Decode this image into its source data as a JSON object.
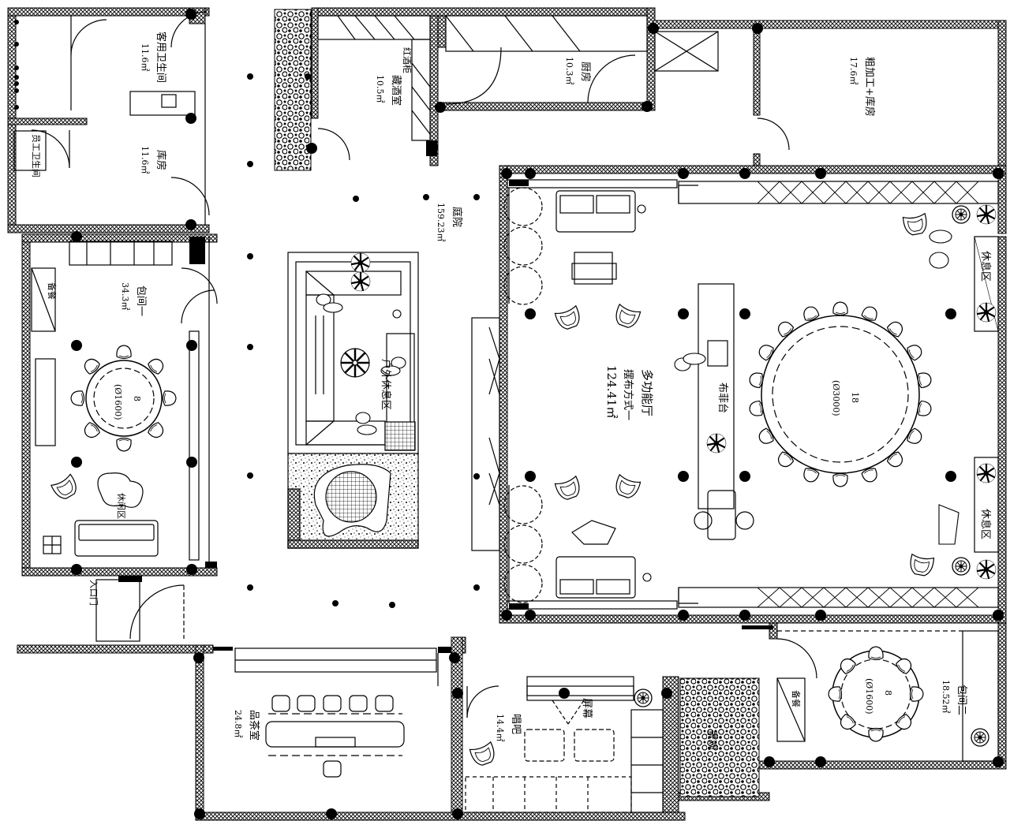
{
  "rooms": {
    "guest_wc": {
      "name": "客用卫生间",
      "area": "11.6㎡"
    },
    "storage": {
      "name": "库房",
      "area": "11.6㎡"
    },
    "staff_wc": {
      "name": "员工卫生间"
    },
    "wine_cellar": {
      "name": "藏酒室",
      "area": "10.5㎡"
    },
    "wine_cabinet": {
      "name": "红酒柜"
    },
    "kitchen": {
      "name": "厨房",
      "area": "10.3㎡"
    },
    "prep_storage": {
      "name": "粗加工+库房",
      "area": "17.6㎡"
    },
    "courtyard": {
      "name": "庭院",
      "area": "159.23㎡"
    },
    "private_room_1": {
      "name": "包间一",
      "area": "34.3㎡",
      "table_seats": "8",
      "table_size": "(Ø1600)"
    },
    "side_board_1": {
      "name": "备餐"
    },
    "lounge_1": {
      "name": "休闲区"
    },
    "outdoor_lounge": {
      "name": "户外休息区"
    },
    "function_hall": {
      "name": "多功能厅",
      "subtitle": "摆布方式一",
      "area": "124.41㎡",
      "table_seats": "18",
      "table_size": "(Ø3000)"
    },
    "buffet": {
      "name": "布菲台"
    },
    "rest_area_top": {
      "name": "休息区"
    },
    "rest_area_bottom": {
      "name": "休息区"
    },
    "private_room_2": {
      "name": "包间二",
      "area": "18.52㎡",
      "table_seats": "8",
      "table_size": "(Ø1600)"
    },
    "side_board_2": {
      "name": "备餐"
    },
    "tea_room": {
      "name": "品茶室",
      "area": "24.8㎡"
    },
    "bar": {
      "name": "唱吧",
      "area": "14.4㎡"
    },
    "screen": {
      "name": "屏幕"
    },
    "landscape": {
      "name": "景观"
    },
    "entrance": {
      "name": "入口门"
    }
  }
}
